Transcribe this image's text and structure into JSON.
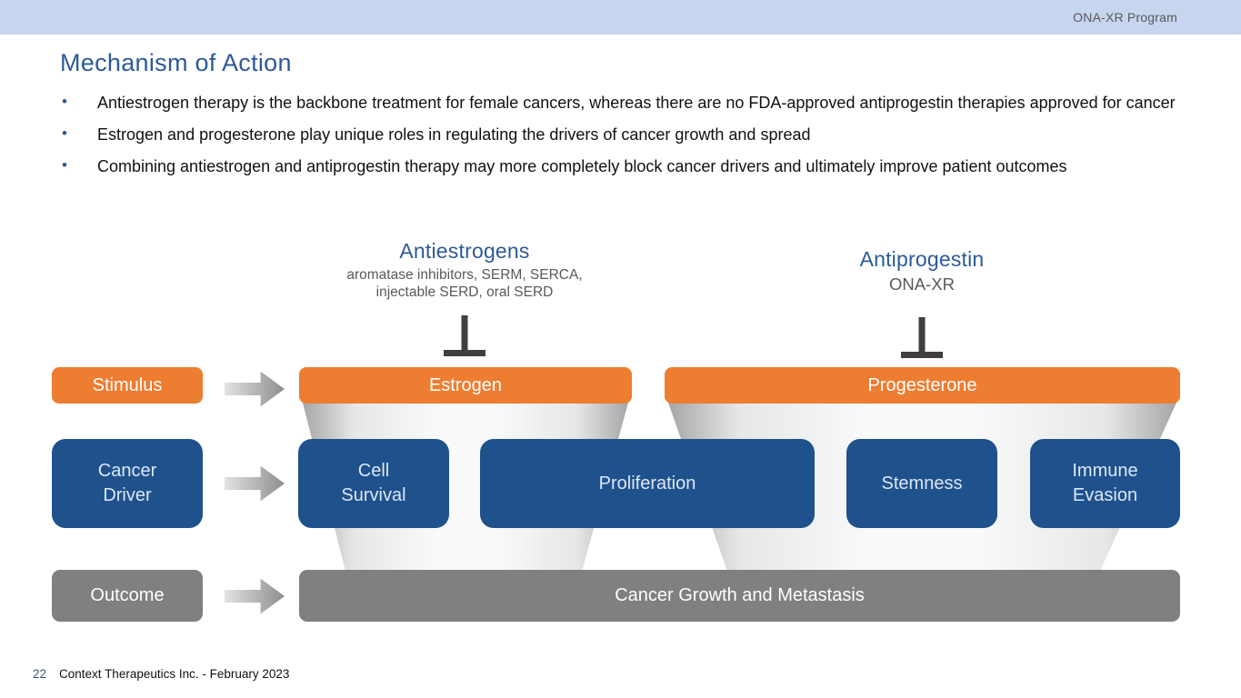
{
  "header": {
    "program_label": "ONA-XR Program"
  },
  "slide": {
    "title": "Mechanism of Action",
    "bullets": [
      "Antiestrogen therapy is the backbone treatment for female cancers, whereas there are no FDA-approved antiprogestin therapies approved for cancer",
      "Estrogen and progesterone play unique roles in regulating the drivers of cancer growth and spread",
      "Combining antiestrogen and antiprogestin therapy may more completely block cancer drivers and ultimately improve patient outcomes"
    ]
  },
  "diagram": {
    "antiestrogens": {
      "title": "Antiestrogens",
      "subtitle_line1": "aromatase inhibitors, SERM, SERCA,",
      "subtitle_line2": "injectable SERD, oral SERD"
    },
    "antiprogestin": {
      "title": "Antiprogestin",
      "subtitle": "ONA-XR"
    },
    "rows": {
      "stimulus": "Stimulus",
      "estrogen": "Estrogen",
      "progesterone": "Progesterone",
      "cancer_driver": "Cancer Driver",
      "cell_survival": "Cell Survival",
      "proliferation": "Proliferation",
      "stemness": "Stemness",
      "immune_evasion": "Immune Evasion",
      "outcome": "Outcome",
      "cancer_growth": "Cancer Growth and Metastasis"
    }
  },
  "footer": {
    "page_number": "22",
    "attribution": "Context Therapeutics Inc. - February 2023"
  },
  "colors": {
    "header_bar": "#C7D5EF",
    "accent_orange": "#ED7D31",
    "accent_blue": "#1F518D",
    "title_blue": "#2D5A96",
    "neutral_gray": "#808080",
    "text_gray": "#595959",
    "inhibitor_dark": "#3F3F3F"
  }
}
